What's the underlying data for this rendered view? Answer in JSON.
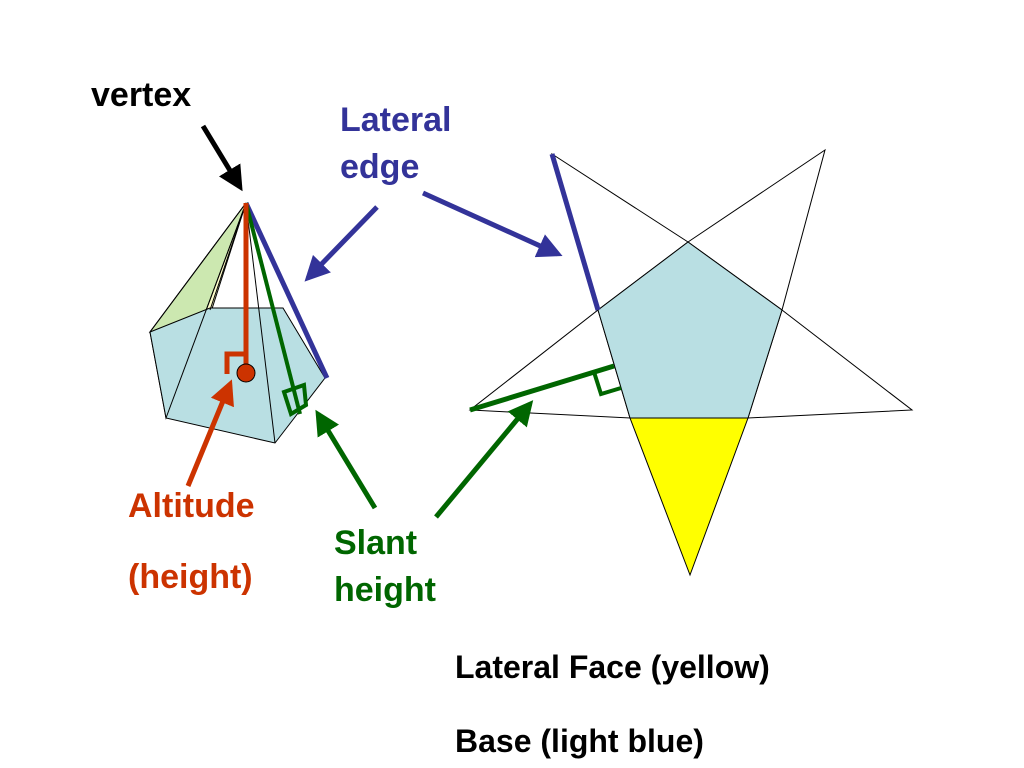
{
  "colors": {
    "black": "#000000",
    "edge_blue": "#333399",
    "altitude_red": "#cc3300",
    "slant_green": "#006600",
    "base_light_blue": "#b9dfe3",
    "face_yellow": "#ffff00",
    "face_pale_yellow": "#ffffcc",
    "face_pale_green": "#cce8b0"
  },
  "labels": {
    "vertex": "vertex",
    "lateral_edge_line1": "Lateral",
    "lateral_edge_line2": "edge",
    "altitude_line1": "Altitude",
    "altitude_line2": "(height)",
    "slant_line1": "Slant",
    "slant_line2": "height",
    "legend_lateral_face": "Lateral Face (yellow)",
    "legend_base": "Base (light blue)"
  }
}
